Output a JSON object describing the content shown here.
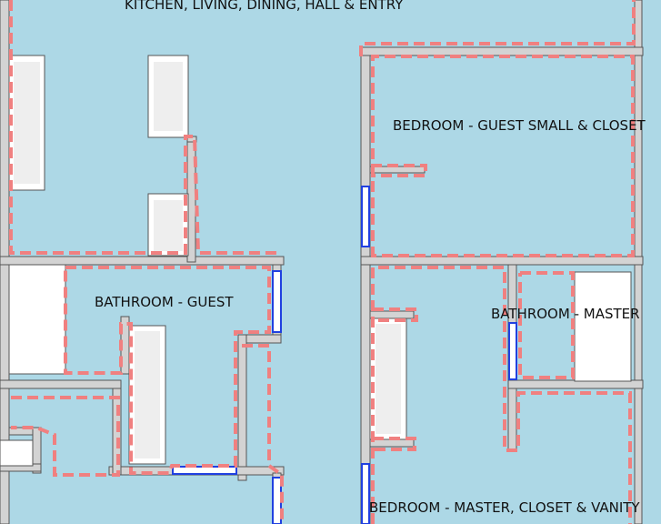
{
  "rooms": {
    "kitchen": "KITCHEN, LIVING, DINING, HALL & ENTRY",
    "bedroom_guest": "BEDROOM - GUEST SMALL & CLOSET",
    "bathroom_guest": "BATHROOM - GUEST",
    "bathroom_master": "BATHROOM - MASTER",
    "bedroom_master": "BEDROOM - MASTER, CLOSET & VANITY"
  },
  "colors": {
    "floor": "#add8e6",
    "wall": "#d3d3d3",
    "wall_outline": "#555555",
    "room_outline": "#f08080",
    "window": "#2040e0",
    "fixture": "#ffffff"
  }
}
